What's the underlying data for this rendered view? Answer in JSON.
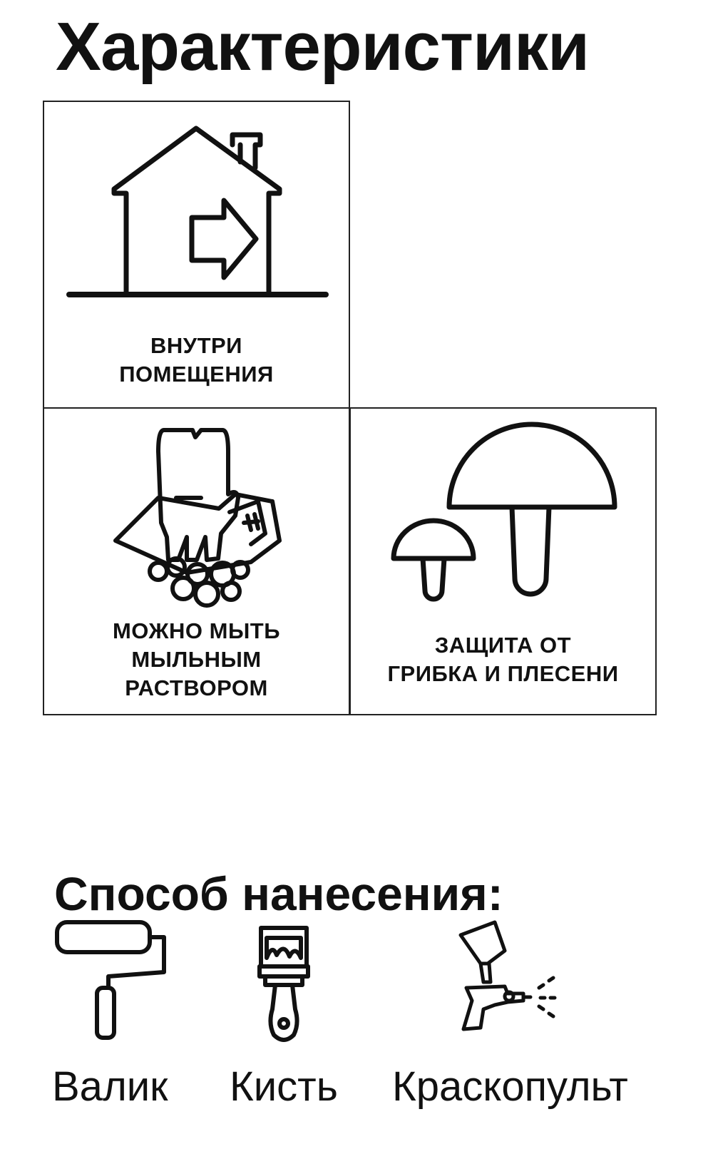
{
  "header": {
    "title": "Характеристики"
  },
  "features": [
    {
      "label": "ВНУТРИ\nПОМЕЩЕНИЯ",
      "icon": "house-arrow-icon"
    },
    {
      "label": "МОЖНО МЫТЬ\nМЫЛЬНЫМ\nРАСТВОРОМ",
      "icon": "washing-hand-icon"
    },
    {
      "label": "ЗАЩИТА ОТ\nГРИБКА И ПЛЕСЕНИ",
      "icon": "mushrooms-icon"
    }
  ],
  "application": {
    "title": "Способ нанесения:",
    "tools": [
      {
        "label": "Валик",
        "icon": "paint-roller-icon"
      },
      {
        "label": "Кисть",
        "icon": "paint-brush-icon"
      },
      {
        "label": "Краскопульт",
        "icon": "spray-gun-icon"
      }
    ]
  }
}
